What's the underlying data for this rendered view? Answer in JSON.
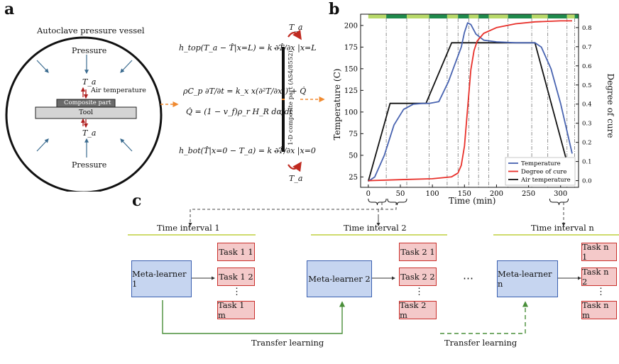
{
  "panels": {
    "a": "a",
    "b": "b",
    "c": "c"
  },
  "panel_a": {
    "vessel_title": "Autoclave pressure vessel",
    "pressure_top": "Pressure",
    "pressure_bottom": "Pressure",
    "ta_top": "T_a",
    "ta_bottom": "T_a",
    "air_temperature": "Air temperature",
    "composite_part": "Composite part",
    "tool": "Tool",
    "part_axis_label": "1-D composite part (AS4/8552)",
    "ta_right_top": "T_a",
    "ta_right_bottom": "T_a",
    "eq_top": "h_top(T_a − T̂|x=L) = k ∂T̂/∂x |x=L",
    "eq_heat": "ρC_p ∂T/∂t = k_x x(∂²T/∂x²) + Q̇",
    "eq_q": "Q̇ = (1 − v_f)ρ_r H_R dα/dt",
    "eq_bot": "h_bot(T̂|x=0 − T_a) = k ∂T̂/∂x |x=0"
  },
  "chart_data": {
    "type": "line",
    "xlabel": "Time (min)",
    "ylabel": "Temperature (C)",
    "y2label": "Degree of cure",
    "xlim": [
      -12,
      328
    ],
    "ylim": [
      13,
      213
    ],
    "y2lim": [
      -0.035,
      0.87
    ],
    "xticks": [
      0,
      50,
      100,
      150,
      200,
      250,
      300
    ],
    "yticks": [
      25,
      50,
      75,
      100,
      125,
      150,
      175,
      200
    ],
    "y2ticks": [
      0.0,
      0.1,
      0.2,
      0.3,
      0.4,
      0.5,
      0.6,
      0.7,
      0.8
    ],
    "interval_boundaries": [
      28,
      60,
      95,
      123,
      140,
      157,
      172,
      188,
      218,
      255,
      280,
      310,
      322
    ],
    "legend": [
      "Temperature",
      "Degree of cure",
      "Air temperature"
    ],
    "legend_position": "bottom-right",
    "colors": {
      "temperature": "#4863b0",
      "cure": "#e8302a",
      "air": "#111111",
      "band_a": "#1f8a4c",
      "band_b": "#b8d96a",
      "grid": "#777777"
    },
    "series": [
      {
        "name": "Air temperature",
        "axis": "left",
        "x": [
          0,
          34,
          70,
          90,
          130,
          140,
          260,
          318
        ],
        "y": [
          20,
          110,
          110,
          110,
          180,
          180,
          180,
          20
        ]
      },
      {
        "name": "Temperature",
        "axis": "left",
        "x": [
          0,
          10,
          25,
          40,
          55,
          70,
          85,
          95,
          110,
          125,
          135,
          145,
          150,
          155,
          160,
          168,
          180,
          200,
          230,
          260,
          270,
          285,
          300,
          310,
          318
        ],
        "y": [
          20,
          25,
          50,
          85,
          103,
          109,
          110,
          110,
          112,
          135,
          155,
          175,
          192,
          203,
          201,
          190,
          183,
          181,
          180,
          180,
          175,
          150,
          110,
          78,
          52
        ]
      },
      {
        "name": "Degree of cure",
        "axis": "right",
        "x": [
          0,
          50,
          100,
          130,
          140,
          145,
          150,
          155,
          160,
          165,
          170,
          180,
          200,
          230,
          260,
          300,
          318
        ],
        "y": [
          0.0,
          0.005,
          0.01,
          0.02,
          0.04,
          0.08,
          0.18,
          0.38,
          0.58,
          0.68,
          0.73,
          0.77,
          0.8,
          0.82,
          0.83,
          0.835,
          0.835
        ]
      }
    ]
  },
  "panel_c": {
    "interval_1": "Time interval 1",
    "interval_2": "Time interval 2",
    "interval_n": "Time interval n",
    "learner_1": "Meta-learner 1",
    "learner_2": "Meta-learner 2",
    "learner_n": "Meta-learner n",
    "tasks_1": [
      "Task 1 1",
      "Task 1 2",
      "Task 1 m"
    ],
    "tasks_2": [
      "Task 2 1",
      "Task 2 2",
      "Task 2 m"
    ],
    "tasks_n": [
      "Task n 1",
      "Task n 2",
      "Task n m"
    ],
    "vdots": "⋮",
    "hdots": "⋯",
    "transfer_1": "Transfer learning",
    "transfer_2": "Transfer learning"
  }
}
